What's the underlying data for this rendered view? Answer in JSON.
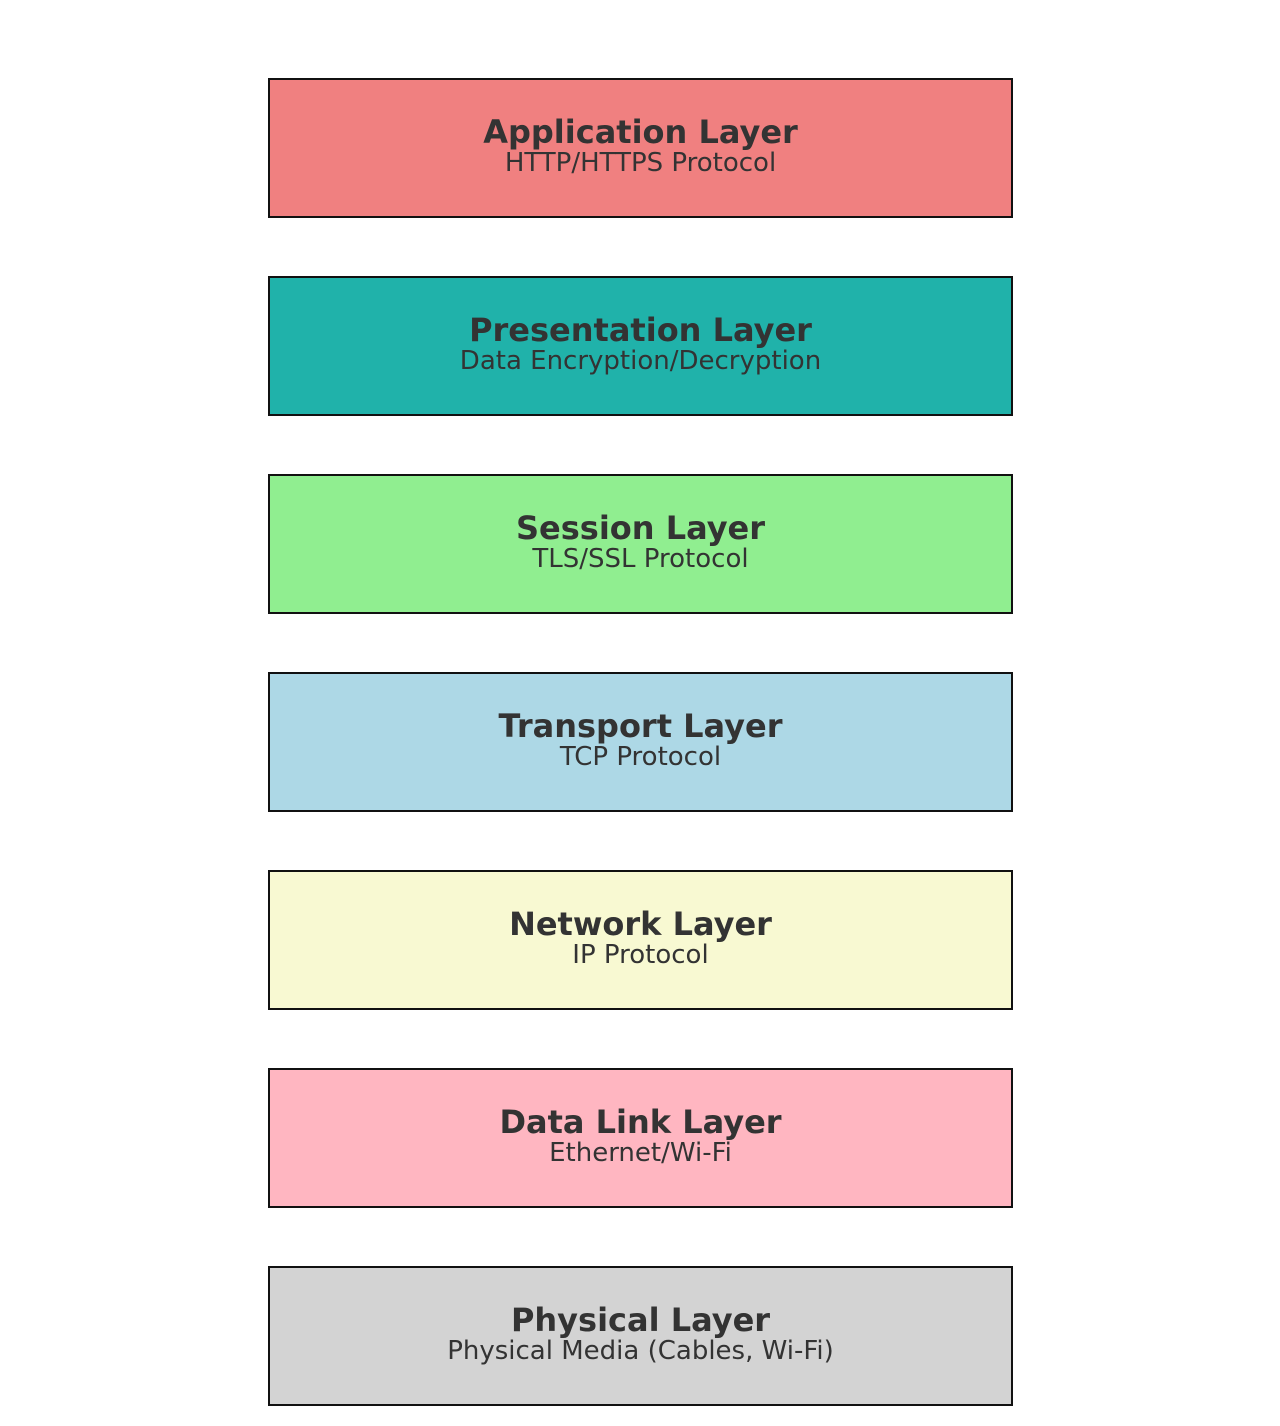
{
  "layers": [
    {
      "title": "Application Layer",
      "description": "HTTP/HTTPS Protocol",
      "color": "#F08080"
    },
    {
      "title": "Presentation Layer",
      "description": "Data Encryption/Decryption",
      "color": "#20B2AA"
    },
    {
      "title": "Session Layer",
      "description": "TLS/SSL Protocol",
      "color": "#90EE90"
    },
    {
      "title": "Transport Layer",
      "description": "TCP Protocol",
      "color": "#ADD8E6"
    },
    {
      "title": "Network Layer",
      "description": "IP Protocol",
      "color": "#F8F9D2"
    },
    {
      "title": "Data Link Layer",
      "description": "Ethernet/Wi-Fi",
      "color": "#FFB6C1"
    },
    {
      "title": "Physical Layer",
      "description": "Physical Media (Cables, Wi-Fi)",
      "color": "#D3D3D3"
    }
  ]
}
